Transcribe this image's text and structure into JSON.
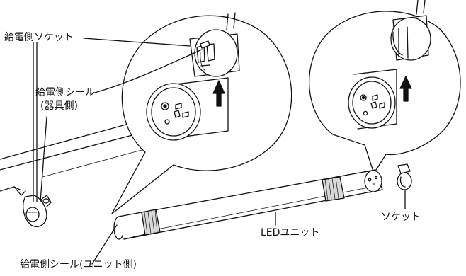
{
  "labels": {
    "feed_side_socket": "給電側ソケット",
    "feed_side_seal_fixture_l1": "給電側シール",
    "feed_side_seal_fixture_l2": "(器具側)",
    "led_unit": "LEDユニット",
    "socket": "ソケット",
    "feed_side_seal_unit": "給電側シール(ユニット側)"
  },
  "colors": {
    "line": "#111111",
    "fill": "#ffffff",
    "shade": "#d8d8d8"
  },
  "icons": [
    "up-arrow-icon"
  ]
}
